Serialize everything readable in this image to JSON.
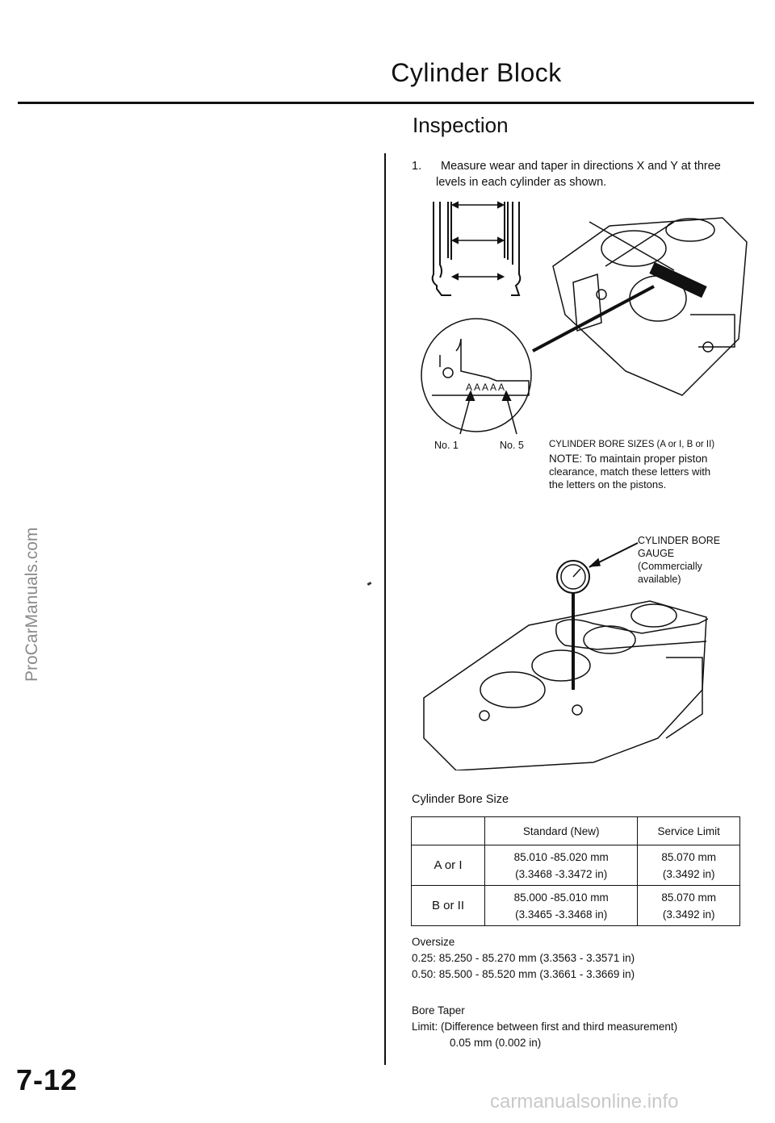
{
  "header": {
    "title": "Cylinder Block",
    "section": "Inspection"
  },
  "step1": {
    "number": "1.",
    "line1": "Measure wear and taper in directions X and Y at three",
    "line2": "levels in each cylinder as shown."
  },
  "figure1": {
    "stamp_letters": "AAAAA",
    "caption_no1": "No. 1",
    "caption_no5": "No. 5",
    "caption_sizes": "CYLINDER BORE SIZES (A or I, B or II)",
    "note_head": "NOTE: To maintain proper piston",
    "note_line1": "clearance, match these letters with",
    "note_line2": "the letters on the pistons."
  },
  "figure2": {
    "label_line1": "CYLINDER BORE",
    "label_line2": "GAUGE",
    "label_line3": "(Commercially",
    "label_line4": "available)"
  },
  "bore_table": {
    "title": "Cylinder Bore Size",
    "headers": [
      "",
      "Standard (New)",
      "Service Limit"
    ],
    "rows": [
      {
        "label": "A or I",
        "std_mm": "85.010 -85.020 mm",
        "std_in": "(3.3468 -3.3472 in)",
        "lim_mm": "85.070 mm",
        "lim_in": "(3.3492 in)"
      },
      {
        "label": "B or II",
        "std_mm": "85.000 -85.010 mm",
        "std_in": "(3.3465 -3.3468 in)",
        "lim_mm": "85.070 mm",
        "lim_in": "(3.3492 in)"
      }
    ]
  },
  "oversize": {
    "heading": "Oversize",
    "line1": "0.25: 85.250 - 85.270 mm (3.3563 - 3.3571 in)",
    "line2": "0.50: 85.500 - 85.520 mm (3.3661 - 3.3669 in)"
  },
  "taper": {
    "heading": "Bore Taper",
    "line1": "Limit: (Difference between first and third measurement)",
    "line2": "0.05 mm (0.002 in)"
  },
  "page_number": "7-12",
  "watermarks": {
    "left": "ProCarManuals.com",
    "bottom": "carmanualsonline.info"
  }
}
